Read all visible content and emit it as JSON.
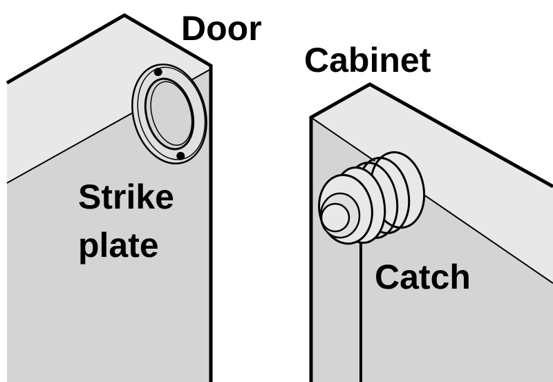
{
  "labels": {
    "door": "Door",
    "cabinet": "Cabinet",
    "strike_line1": "Strike",
    "strike_line2": "plate",
    "catch": "Catch"
  },
  "colors": {
    "top_face": "#e8e8e8",
    "front_face": "#d4d4d4",
    "line": "#000000"
  }
}
